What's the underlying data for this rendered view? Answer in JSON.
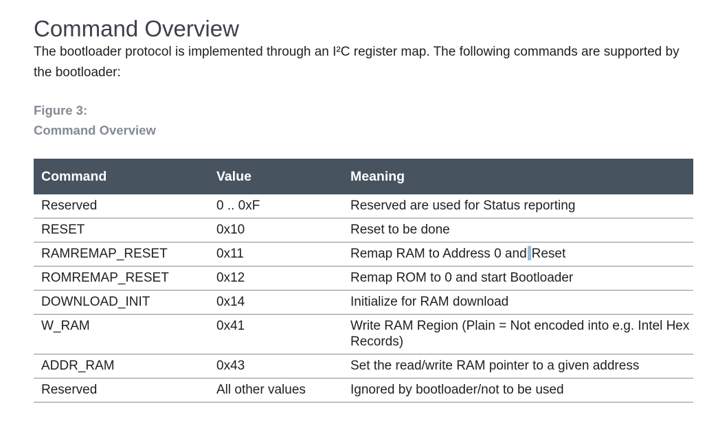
{
  "heading": "Command Overview",
  "intro": "The bootloader protocol is implemented through an I²C register map. The following commands are supported by the bootloader:",
  "figure": {
    "number": "Figure 3:",
    "title": "Command Overview"
  },
  "table": {
    "headers": [
      "Command",
      "Value",
      "Meaning"
    ],
    "rows": [
      {
        "command": "Reserved",
        "value": "0 .. 0xF",
        "meaning": "Reserved are used for Status reporting"
      },
      {
        "command": "RESET",
        "value": "0x10",
        "meaning": "Reset to be done"
      },
      {
        "command": "RAMREMAP_RESET",
        "value": "0x11",
        "meaning_part1": "Remap RAM to Address 0 and",
        "meaning_part2": "Reset"
      },
      {
        "command": "ROMREMAP_RESET",
        "value": "0x12",
        "meaning": "Remap ROM to 0 and start Bootloader"
      },
      {
        "command": "DOWNLOAD_INIT",
        "value": "0x14",
        "meaning": "Initialize for RAM download"
      },
      {
        "command": "W_RAM",
        "value": "0x41",
        "meaning": "Write RAM Region (Plain = Not encoded into e.g. Intel Hex Records)"
      },
      {
        "command": "ADDR_RAM",
        "value": "0x43",
        "meaning": "Set the read/write RAM pointer to a given address"
      },
      {
        "command": "Reserved",
        "value": "All other values",
        "meaning": "Ignored by bootloader/not to be used"
      }
    ]
  },
  "colors": {
    "header_bg": "#47535f",
    "caption": "#848b93",
    "heading": "#3c4149",
    "text_cursor": "#9bbcd9"
  }
}
